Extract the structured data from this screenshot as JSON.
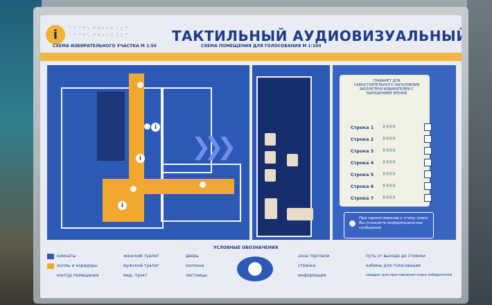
{
  "board": {
    "title": "ТАКТИЛЬНЫЙ АУДИОВИЗУАЛЬНЫЙ МОДУЛЬ",
    "info_glyph": "i",
    "scheme_precinct": "СХЕМА ИЗБИРАТЕЛЬНОГО УЧАСТКА",
    "scheme_precinct_scale": "М 1:50",
    "scheme_voting_room": "СХЕМА ПОМЕЩЕНИЯ ДЛЯ ГОЛОСОВАНИЯ",
    "scheme_voting_room_scale": "М 1:100",
    "braille_sample": "⠁⠃⠉⠙⠑ ⠋⠛⠓⠊⠚ ⠅⠇⠍"
  },
  "stencil": {
    "title": "ТРАФАРЕТ ДЛЯ САМОСТОЯТЕЛЬНОГО ЗАПОЛНЕНИЯ БЮЛЛЕТЕНЯ ИЗБИРАТЕЛЕМ С НАРУШЕНИЕМ ЗРЕНИЯ",
    "rows": [
      {
        "label": "Строка 1"
      },
      {
        "label": "Строка 2"
      },
      {
        "label": "Строка 3"
      },
      {
        "label": "Строка 4"
      },
      {
        "label": "Строка 5"
      },
      {
        "label": "Строка 6"
      },
      {
        "label": "Строка 7"
      }
    ],
    "touch_hint": "При прикосновении к этому знаку Вы услышите информационное сообщение"
  },
  "legend": {
    "title": "УСЛОВНЫЕ ОБОЗНАЧЕНИЯ",
    "items": {
      "rooms": "комнаты",
      "halls": "холлы и коридоры",
      "contour": "контур помещения",
      "female_wc": "женский туалет",
      "male_wc": "мужской туалет",
      "med": "мед. пункт",
      "door": "дверь",
      "column": "колонна",
      "stairs": "лестницы",
      "trade": "зона торговли",
      "parking": "стоянка",
      "info": "информация",
      "exit_path": "путь от выхода до стоянки",
      "booths": "кабины для голосования",
      "braille_square": "квадрат для проставления знака избирателем"
    }
  },
  "colors": {
    "panel_blue": "#2c58b6",
    "accent_yellow": "#f0b640",
    "title_blue": "#1f3b87"
  }
}
